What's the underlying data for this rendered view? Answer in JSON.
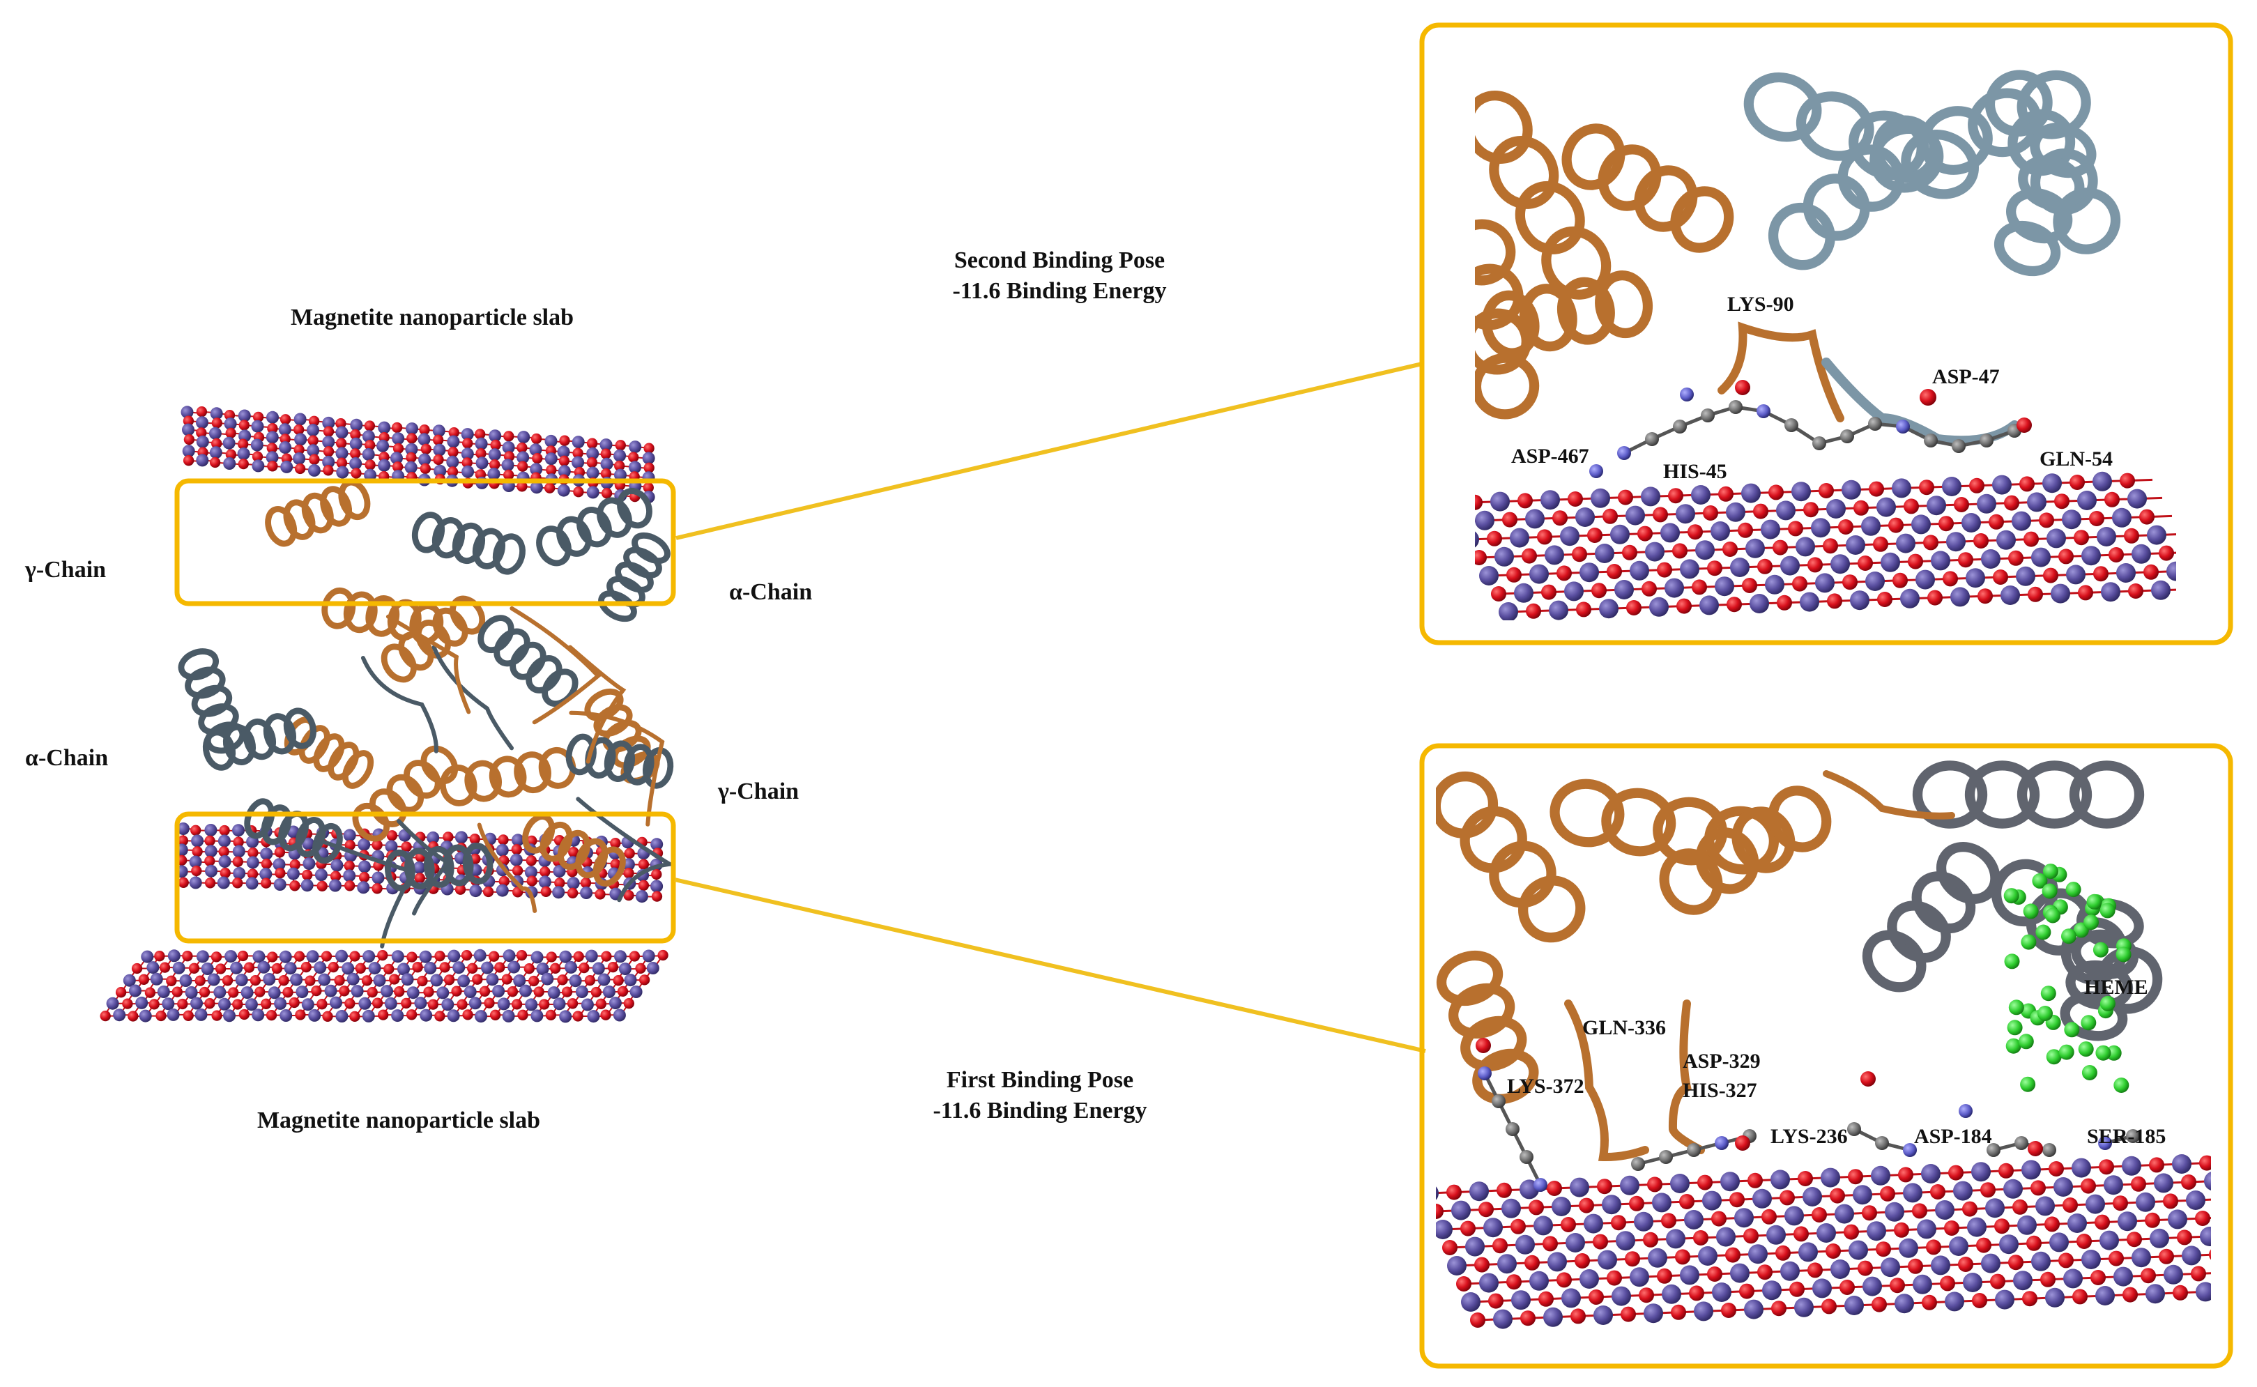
{
  "colors": {
    "highlight_box": "#F5B800",
    "connector": "#F0C020",
    "iron_atom": "#5A4FA0",
    "oxygen_atom": "#D8101C",
    "alpha_chain": "#4A5A66",
    "gamma_chain": "#B8702E",
    "alpha_chain_inset": "#7C96A6",
    "heme": "#2ECC2E",
    "carbon_atom": "#6E6E6E",
    "nitrogen_atom": "#5C5CC8"
  },
  "icons": {
    "atom": "sphere-icon",
    "helix": "ribbon-helix-icon"
  },
  "overview": {
    "top_slab_title": "Magnetite nanoparticle slab",
    "bottom_slab_title": "Magnetite nanoparticle slab",
    "chain_labels": {
      "top_left": "γ-Chain",
      "top_right": "α-Chain",
      "bottom_left": "α-Chain",
      "bottom_right": "γ-Chain"
    }
  },
  "second_pose": {
    "title": "Second Binding Pose",
    "energy": "-11.6 Binding Energy",
    "residues": [
      "LYS-90",
      "ASP-47",
      "ASP-467",
      "HIS-45",
      "GLN-54"
    ]
  },
  "first_pose": {
    "title": "First Binding Pose",
    "energy": "-11.6 Binding Energy",
    "residues": [
      "GLN-336",
      "ASP-329",
      "HIS-327",
      "LYS-372",
      "LYS-236",
      "ASP-184",
      "SER-185",
      "HEME"
    ]
  }
}
